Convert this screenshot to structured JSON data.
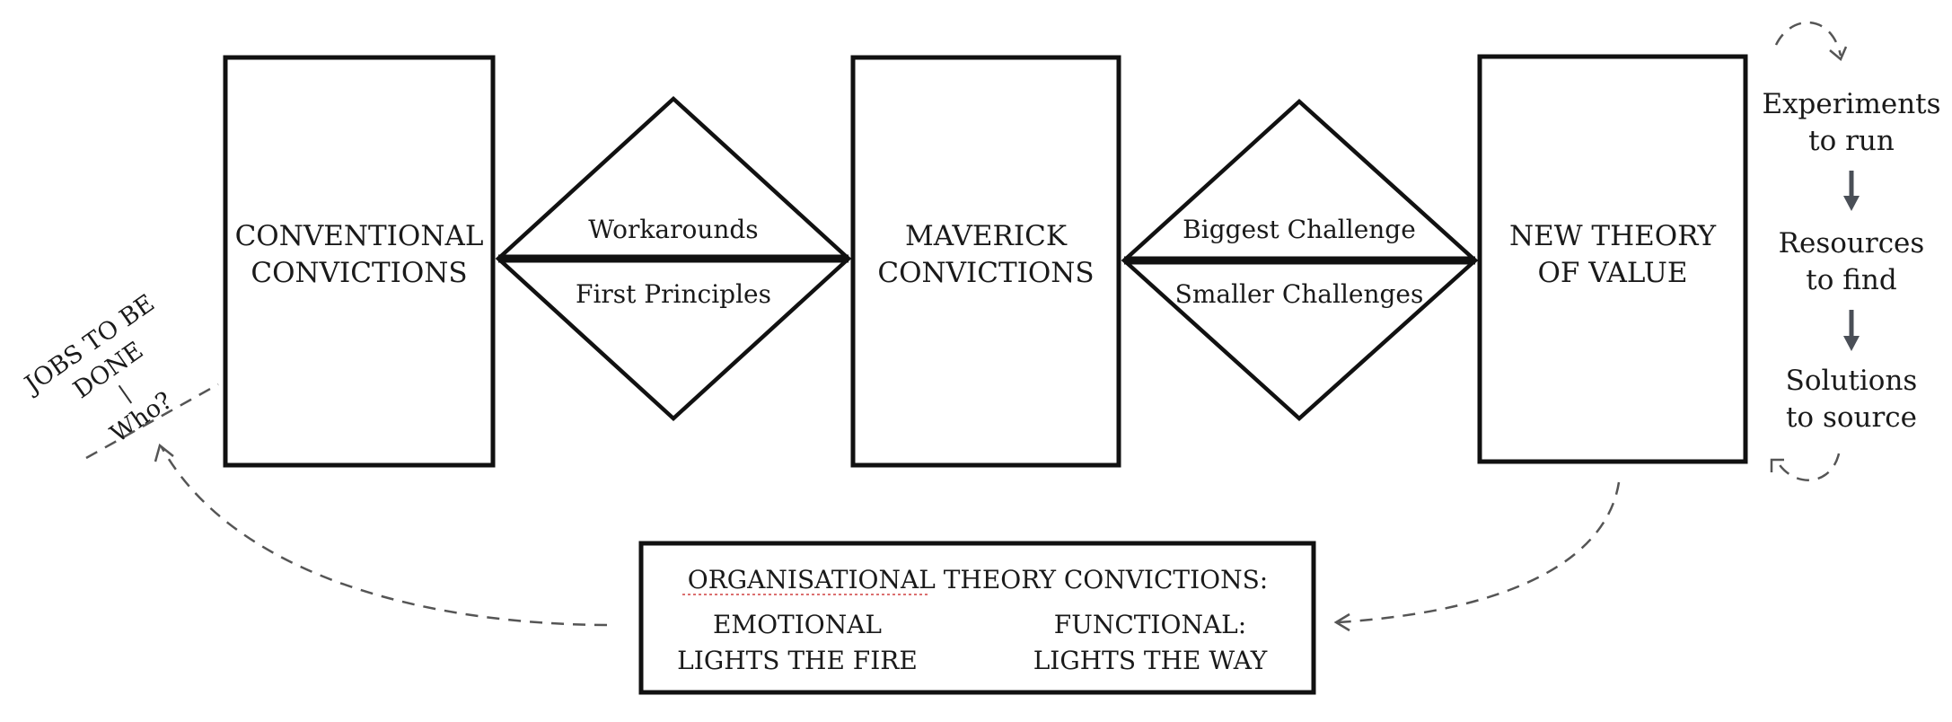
{
  "boxes": {
    "conventional": {
      "line1": "CONVENTIONAL",
      "line2": "CONVICTIONS"
    },
    "maverick": {
      "line1": "MAVERICK",
      "line2": "CONVICTIONS"
    },
    "new_theory": {
      "line1": "NEW THEORY",
      "line2": "OF VALUE"
    }
  },
  "diamonds": {
    "left": {
      "top": "Workarounds",
      "bottom": "First Principles"
    },
    "right": {
      "top": "Biggest Challenge",
      "bottom": "Smaller Challenges"
    }
  },
  "sidebar": {
    "step1_line1": "Experiments",
    "step1_line2": "to run",
    "step2_line1": "Resources",
    "step2_line2": "to find",
    "step3_line1": "Solutions",
    "step3_line2": "to source"
  },
  "jobs": {
    "line1": "JOBS TO BE",
    "line2": "DONE",
    "who": "Who?"
  },
  "organisational": {
    "title": "ORGANISATIONAL THEORY CONVICTIONS:",
    "emotional_line1": "EMOTIONAL",
    "emotional_line2": "LIGHTS THE FIRE",
    "functional_line1": "FUNCTIONAL:",
    "functional_line2": "LIGHTS THE WAY"
  }
}
